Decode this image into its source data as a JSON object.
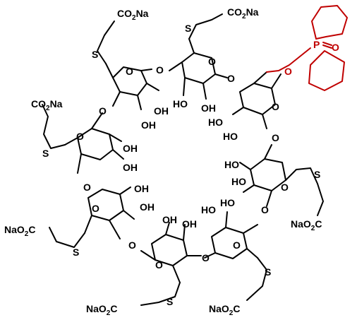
{
  "labels": {
    "sodium_salt": "CO2Na",
    "sodium_salt_rev": "NaO2C",
    "sulfur": "S",
    "oxygen": "O",
    "hydroxyl": "OH",
    "hydroxyl_rev": "HO",
    "phosphorus": "P"
  },
  "colors": {
    "bond": "#000000",
    "highlight": "#c00000"
  },
  "molecule": {
    "substituents_co2na": [
      {
        "text": "CO",
        "sub": "2",
        "tail": "Na"
      },
      {
        "text": "CO",
        "sub": "2",
        "tail": "Na"
      },
      {
        "text": "CO",
        "sub": "2",
        "tail": "Na"
      }
    ],
    "substituents_nao2c": [
      {
        "text": "NaO",
        "sub": "2",
        "tail": "C"
      },
      {
        "text": "NaO",
        "sub": "2",
        "tail": "C"
      },
      {
        "text": "NaO",
        "sub": "2",
        "tail": "C"
      },
      {
        "text": "NaO",
        "sub": "2",
        "tail": "C"
      }
    ]
  }
}
